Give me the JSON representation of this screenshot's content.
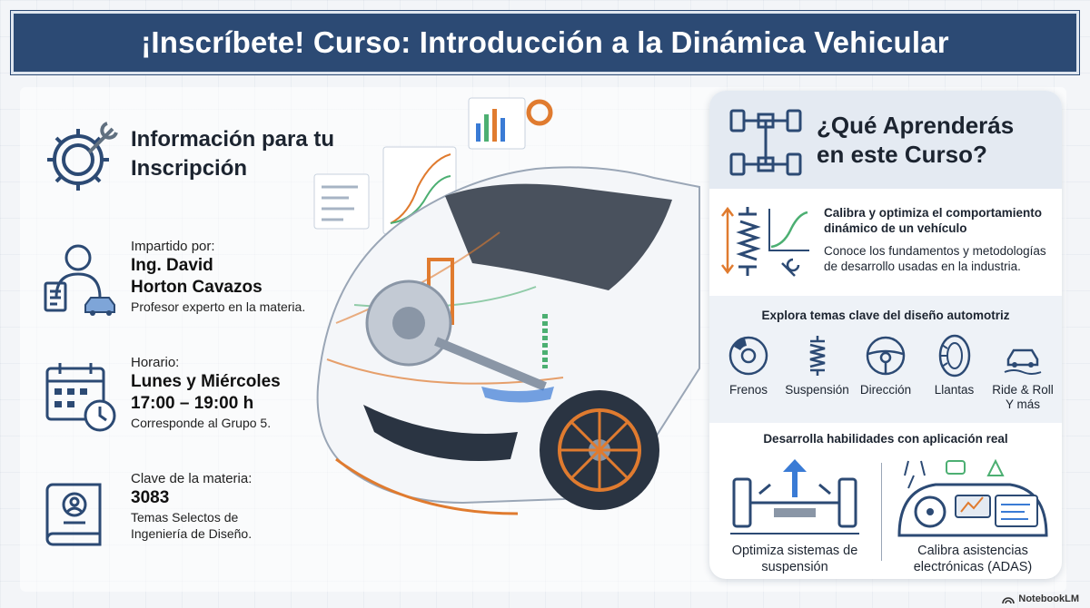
{
  "banner": {
    "title": "¡Inscríbete! Curso: Introducción a la Dinámica Vehicular"
  },
  "info": {
    "title": "Información para tu Inscripción",
    "instructor": {
      "label": "Impartido por:",
      "name_line1": "Ing. David",
      "name_line2": "Horton Cavazos",
      "desc": "Profesor experto en la materia."
    },
    "schedule": {
      "label": "Horario:",
      "days": "Lunes y Miércoles",
      "time": "17:00 – 19:00 h",
      "desc": "Corresponde al Grupo 5."
    },
    "course_key": {
      "label": "Clave de la materia:",
      "value": "3083",
      "desc_line1": "Temas Selectos de",
      "desc_line2": "Ingeniería de Diseño."
    }
  },
  "learn": {
    "title_line1": "¿Qué Aprenderás",
    "title_line2": "en este Curso?",
    "calibrate": {
      "bold": "Calibra y optimiza el comportamiento dinámico de un vehículo",
      "text": "Conoce los fundamentos y metodologías de desarrollo usadas en la industria."
    },
    "explore": {
      "title": "Explora temas clave del diseño automotriz",
      "topics": [
        {
          "label": "Frenos",
          "icon": "brake-disc-icon"
        },
        {
          "label": "Suspensión",
          "icon": "coil-spring-icon"
        },
        {
          "label": "Dirección",
          "icon": "steering-wheel-icon"
        },
        {
          "label": "Llantas",
          "icon": "tire-icon"
        },
        {
          "label": "Ride & Roll Y más",
          "icon": "car-roll-icon"
        }
      ]
    },
    "skills": {
      "title": "Desarrolla habilidades con aplicación real",
      "items": [
        {
          "label": "Optimiza sistemas de suspensión"
        },
        {
          "label": "Calibra asistencias electrónicas (ADAS)"
        }
      ]
    }
  },
  "brand": {
    "name": "NotebookLM"
  },
  "colors": {
    "banner": "#2c4a74",
    "accent_orange": "#e07b2f",
    "accent_green": "#4caf72",
    "accent_blue": "#3a7bd5"
  }
}
